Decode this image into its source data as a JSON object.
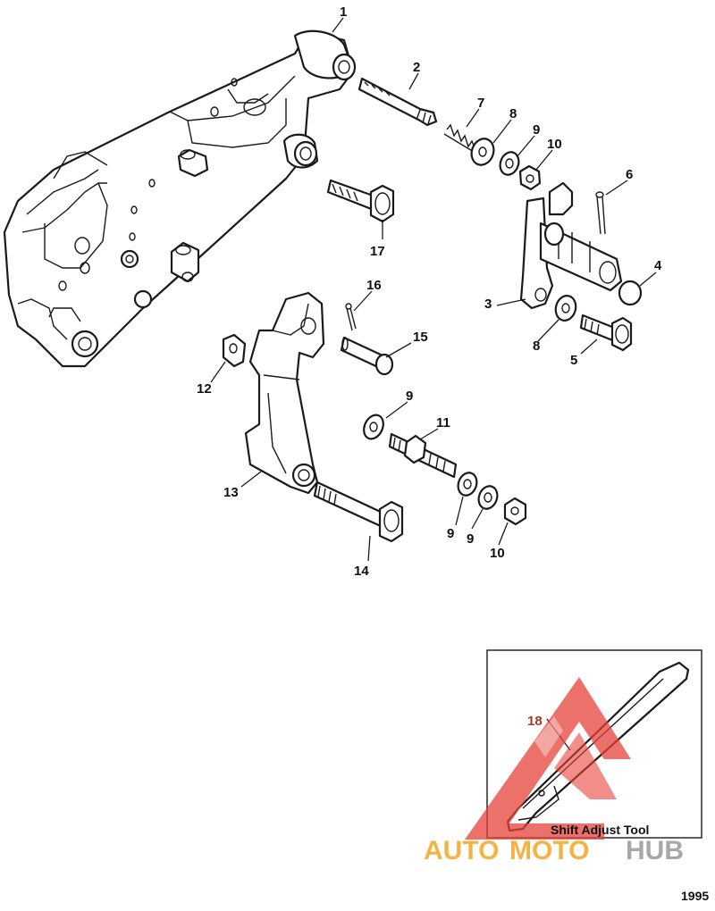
{
  "callouts": {
    "c1": "1",
    "c2": "2",
    "c3": "3",
    "c4": "4",
    "c5": "5",
    "c6": "6",
    "c7": "7",
    "c8a": "8",
    "c8b": "8",
    "c9a": "9",
    "c9b": "9",
    "c9c": "9",
    "c9d": "9",
    "c10a": "10",
    "c10b": "10",
    "c11": "11",
    "c12": "12",
    "c13": "13",
    "c14": "14",
    "c15": "15",
    "c16": "16",
    "c17": "17",
    "c18": "18"
  },
  "inset": {
    "tool_label": "Shift Adjust Tool"
  },
  "watermark": {
    "text_auto": "AUTO",
    "text_moto": "MOTO",
    "text_hub": "HUB"
  },
  "diagram_number": "1995",
  "colors": {
    "line": "#1a1a1a",
    "watermark_red": "#e8423a",
    "watermark_orange": "#f5a623",
    "watermark_gray": "#9a9a9a"
  }
}
